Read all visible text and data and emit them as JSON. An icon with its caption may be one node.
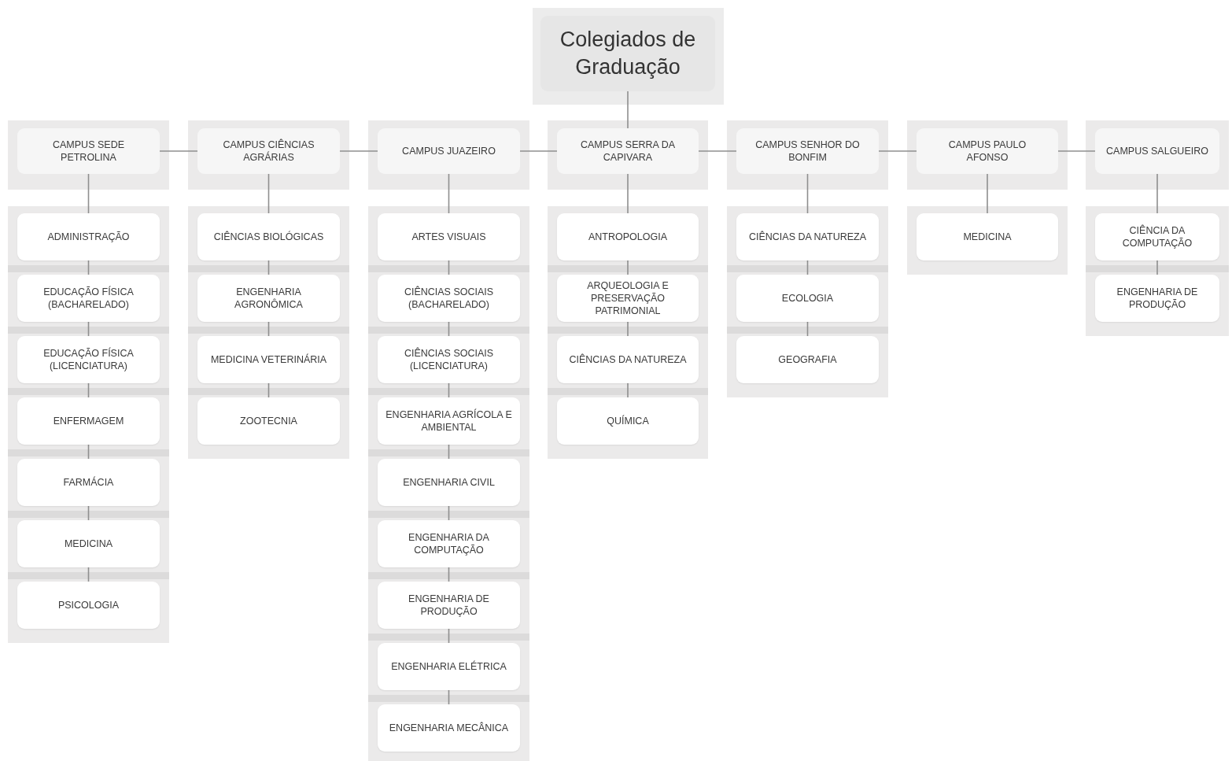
{
  "diagram": {
    "nodes": [
      {
        "text": [
          "Colegiados de Graduação"
        ]
      },
      {
        "text": [
          "CAMPUS SEDE PETROLINA"
        ]
      },
      {
        "text": [
          "CAMPUS CIÊNCIAS AGRÁRIAS"
        ]
      },
      {
        "text": [
          "CAMPUS JUAZEIRO"
        ]
      },
      {
        "text": [
          "CAMPUS SERRA DA CAPIVARA"
        ]
      },
      {
        "text": [
          "CAMPUS SENHOR DO BONFIM"
        ]
      },
      {
        "text": [
          "CAMPUS PAULO AFONSO"
        ]
      },
      {
        "text": [
          "CAMPUS SALGUEIRO"
        ]
      },
      {
        "text": [
          "ADMINISTRAÇÃO"
        ]
      },
      {
        "text": [
          "EDUCAÇÃO FÍSICA (BACHARELADO)"
        ]
      },
      {
        "text": [
          "EDUCAÇÃO FÍSICA (LICENCIATURA)"
        ]
      },
      {
        "text": [
          "ENFERMAGEM"
        ]
      },
      {
        "text": [
          "FARMÁCIA"
        ]
      },
      {
        "text": [
          "MEDICINA"
        ]
      },
      {
        "text": [
          "PSICOLOGIA"
        ]
      },
      {
        "text": [
          "CIÊNCIAS BIOLÓGICAS"
        ]
      },
      {
        "text": [
          "ENGENHARIA AGRONÔMICA"
        ]
      },
      {
        "text": [
          "MEDICINA VETERINÁRIA"
        ]
      },
      {
        "text": [
          "ZOOTECNIA"
        ]
      },
      {
        "text": [
          "ARTES VISUAIS"
        ]
      },
      {
        "text": [
          "CIÊNCIAS SOCIAIS (BACHARELADO)"
        ]
      },
      {
        "text": [
          "CIÊNCIAS SOCIAIS (LICENCIATURA)"
        ]
      },
      {
        "text": [
          "ENGENHARIA AGRÍCOLA E AMBIENTAL"
        ]
      },
      {
        "text": [
          "ENGENHARIA CIVIL"
        ]
      },
      {
        "text": [
          "ENGENHARIA DA COMPUTAÇÃO"
        ]
      },
      {
        "text": [
          "ENGENHARIA DE PRODUÇÃO"
        ]
      },
      {
        "text": [
          "ENGENHARIA ELÉTRICA"
        ]
      },
      {
        "text": [
          "ENGENHARIA MECÂNICA"
        ]
      },
      {
        "text": [
          "ANTROPOLOGIA"
        ]
      },
      {
        "text": [
          "ARQUEOLOGIA E PRESERVAÇÃO PATRIMONIAL"
        ]
      },
      {
        "text": [
          "CIÊNCIAS DA NATUREZA"
        ]
      },
      {
        "text": [
          "QUÍMICA"
        ]
      },
      {
        "text": [
          "CIÊNCIAS DA NATUREZA"
        ]
      },
      {
        "text": [
          "ECOLOGIA"
        ]
      },
      {
        "text": [
          "GEOGRAFIA"
        ]
      },
      {
        "text": [
          "MEDICINA"
        ]
      },
      {
        "text": [
          "CIÊNCIA DA COMPUTAÇÃO"
        ]
      },
      {
        "text": [
          "ENGENHARIA DE PRODUÇÃO"
        ]
      }
    ],
    "edges": [
      {
        "from": 0,
        "to": 4,
        "arrow": "none"
      },
      {
        "from": 1,
        "to": 2,
        "arrow": "none"
      },
      {
        "from": 2,
        "to": 3,
        "arrow": "none"
      },
      {
        "from": 3,
        "to": 4,
        "arrow": "none"
      },
      {
        "from": 4,
        "to": 5,
        "arrow": "none"
      },
      {
        "from": 5,
        "to": 6,
        "arrow": "none"
      },
      {
        "from": 6,
        "to": 7,
        "arrow": "none"
      },
      {
        "from": 1,
        "to": 8,
        "arrow": "none"
      },
      {
        "from": 8,
        "to": 9,
        "arrow": "none"
      },
      {
        "from": 9,
        "to": 10,
        "arrow": "none"
      },
      {
        "from": 10,
        "to": 11,
        "arrow": "none"
      },
      {
        "from": 11,
        "to": 12,
        "arrow": "none"
      },
      {
        "from": 12,
        "to": 13,
        "arrow": "none"
      },
      {
        "from": 13,
        "to": 14,
        "arrow": "none"
      },
      {
        "from": 2,
        "to": 15,
        "arrow": "none"
      },
      {
        "from": 15,
        "to": 16,
        "arrow": "none"
      },
      {
        "from": 16,
        "to": 17,
        "arrow": "none"
      },
      {
        "from": 17,
        "to": 18,
        "arrow": "none"
      },
      {
        "from": 3,
        "to": 19,
        "arrow": "none"
      },
      {
        "from": 19,
        "to": 20,
        "arrow": "none"
      },
      {
        "from": 20,
        "to": 21,
        "arrow": "none"
      },
      {
        "from": 21,
        "to": 22,
        "arrow": "none"
      },
      {
        "from": 22,
        "to": 23,
        "arrow": "none"
      },
      {
        "from": 23,
        "to": 24,
        "arrow": "none"
      },
      {
        "from": 24,
        "to": 25,
        "arrow": "none"
      },
      {
        "from": 25,
        "to": 26,
        "arrow": "none"
      },
      {
        "from": 26,
        "to": 27,
        "arrow": "none"
      },
      {
        "from": 4,
        "to": 28,
        "arrow": "none"
      },
      {
        "from": 28,
        "to": 29,
        "arrow": "none"
      },
      {
        "from": 29,
        "to": 30,
        "arrow": "none"
      },
      {
        "from": 30,
        "to": 31,
        "arrow": "none"
      },
      {
        "from": 5,
        "to": 32,
        "arrow": "none"
      },
      {
        "from": 32,
        "to": 33,
        "arrow": "none"
      },
      {
        "from": 33,
        "to": 34,
        "arrow": "none"
      },
      {
        "from": 6,
        "to": 35,
        "arrow": "none"
      },
      {
        "from": 7,
        "to": 36,
        "arrow": "none"
      },
      {
        "from": 36,
        "to": 37,
        "arrow": "none"
      }
    ]
  }
}
